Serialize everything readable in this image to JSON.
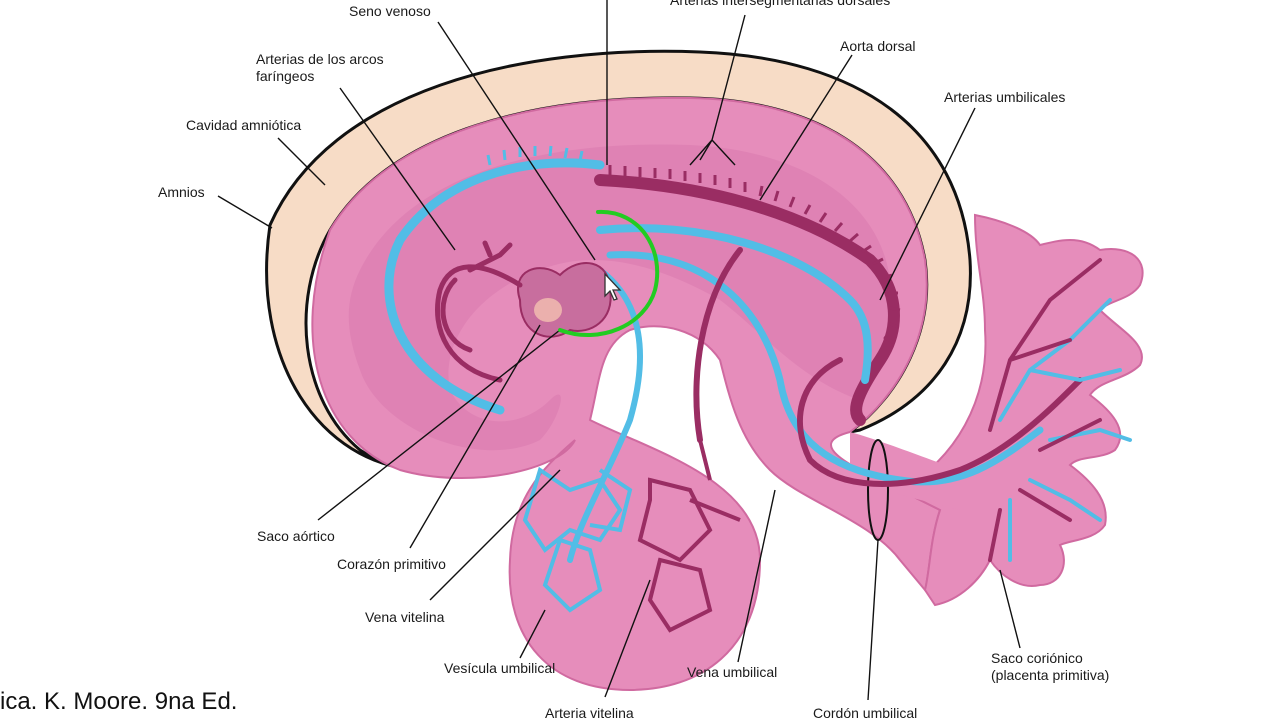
{
  "labels": {
    "seno_venoso": "Seno venoso",
    "arterias_intersegmentarias": "Arterias intersegmentarias dorsales",
    "aorta_dorsal": "Aorta dorsal",
    "arterias_arcos_line1": "Arterias de los arcos",
    "arterias_arcos_line2": "faríngeos",
    "arterias_umbilicales": "Arterias umbilicales",
    "cavidad_amniotica": "Cavidad amniótica",
    "amnios": "Amnios",
    "saco_aortico": "Saco aórtico",
    "corazon_primitivo": "Corazón primitivo",
    "vena_vitelina": "Vena vitelina",
    "vesicula_umbilical": "Vesícula umbilical",
    "arteria_vitelina": "Arteria vitelina",
    "vena_umbilical": "Vena umbilical",
    "cordon_umbilical": "Cordón umbilical",
    "saco_corionico_line1": "Saco coriónico",
    "saco_corionico_line2": "(placenta primitiva)"
  },
  "credit": "ica. K. Moore. 9na Ed.",
  "colors": {
    "amnion_outer": "#f7dcc6",
    "embryo_pink": "#e68dbb",
    "artery": "#9a2d63",
    "vein": "#52bde6",
    "highlight_circle": "#22cc22"
  }
}
